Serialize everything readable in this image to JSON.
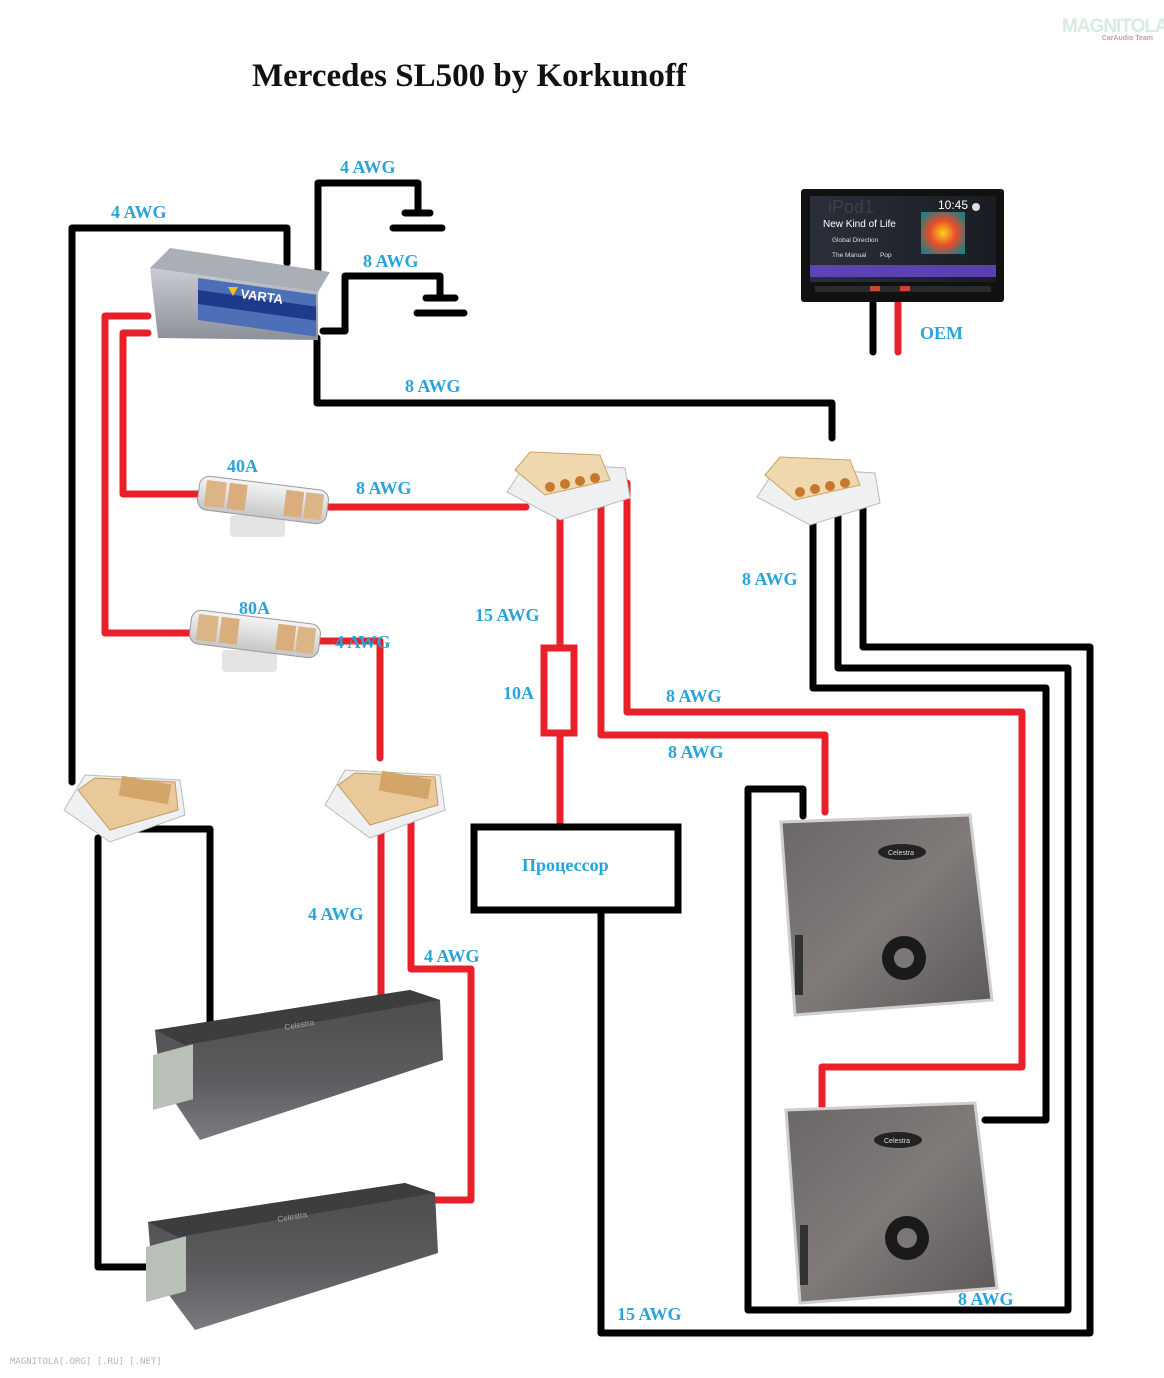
{
  "title": "Mercedes SL500 by Korkunoff",
  "watermark": {
    "logo_main": "MAGNITOLA",
    "logo_sub": "CarAudio Team",
    "footer": "MAGNITOLA[.ORG] [.RU] [.NET]"
  },
  "colors": {
    "positive_wire": "#e8202a",
    "ground_wire": "#000000",
    "label": "#29a3d8"
  },
  "components": {
    "battery": {
      "brand": "VARTA"
    },
    "head_unit": {
      "track": "New Kind of Life",
      "artist": "Global Direction",
      "album": "The Manual",
      "genre": "Pop",
      "clock": "10:45",
      "source": "iPod1",
      "label": "OEM"
    },
    "fuse_40": {
      "rating": "40A"
    },
    "fuse_80": {
      "rating": "80A"
    },
    "fuse_10": {
      "rating": "10A"
    },
    "processor": {
      "label": "Процессор"
    },
    "amp_brand": "Celestra"
  },
  "wires": {
    "batt_ground_left": "4 AWG",
    "ground_top": "4 AWG",
    "ground_second": "8 AWG",
    "batt_to_right_dist": "8 AWG",
    "fuse40_to_dist": "8 AWG",
    "fuse80_to_dist": "4 AWG",
    "dist_to_processor": "15 AWG",
    "dist_to_amp3": "8 AWG",
    "dist_to_amp4": "8 AWG",
    "right_dist_down": "8 AWG",
    "dist_to_amp1": "4 AWG",
    "dist_to_amp2": "4 AWG",
    "processor_ground": "15 AWG",
    "amp_ground_bottom": "8 AWG"
  }
}
